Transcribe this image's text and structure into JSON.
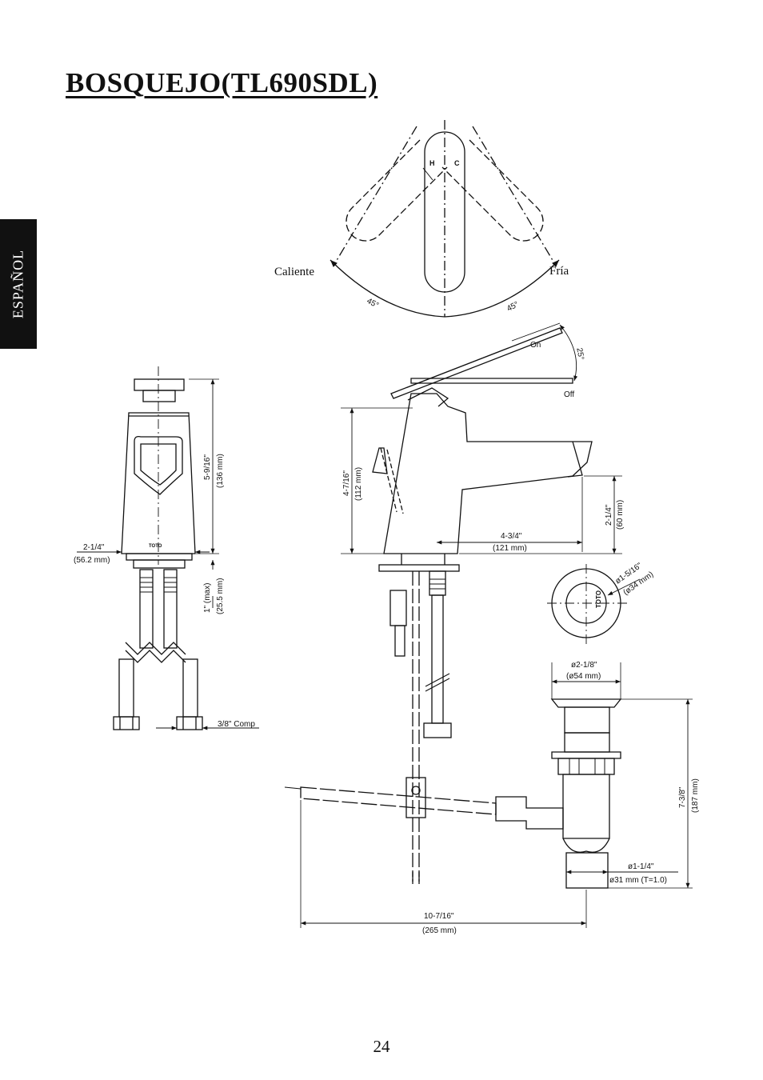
{
  "page": {
    "title": "BOSQUEJO(TL690SDL)",
    "language_tab": "ESPAÑOL",
    "page_number": "24"
  },
  "top_view": {
    "hot_label": "Caliente",
    "cold_label": "Fría",
    "angle_left": "45°",
    "angle_right": "45°",
    "mark_h": "H",
    "mark_c": "C"
  },
  "front_view": {
    "height_in": "5-9/16\"",
    "height_mm": "(136 mm)",
    "base_in": "2-1/4\"",
    "base_mm": "(56.2 mm)",
    "shank_in": "1\" (max)",
    "shank_mm": "(25.5 mm)",
    "connector": "3/8\" Comp",
    "brand": "TOTO"
  },
  "side_view": {
    "on_label": "On",
    "off_label": "Off",
    "lever_angle": "25°",
    "height_in": "4-7/16\"",
    "height_mm": "(112 mm)",
    "spout_height_in": "2-1/4\"",
    "spout_height_mm": "(60 mm)",
    "reach_in": "4-3/4\"",
    "reach_mm": "(121 mm)"
  },
  "drain": {
    "cap_dia_in": "ø1-5/16\"",
    "cap_dia_mm": "(ø34 mm)",
    "flange_in": "ø2-1/8\"",
    "flange_mm": "(ø54 mm)",
    "height_in": "7-3/8\"",
    "height_mm": "(187 mm)",
    "tail_in": "ø1-1/4\"",
    "tail_mm": "ø31 mm (T=1.0)",
    "rod_in": "10-7/16\"",
    "rod_mm": "(265 mm)",
    "brand": "TOTO"
  }
}
